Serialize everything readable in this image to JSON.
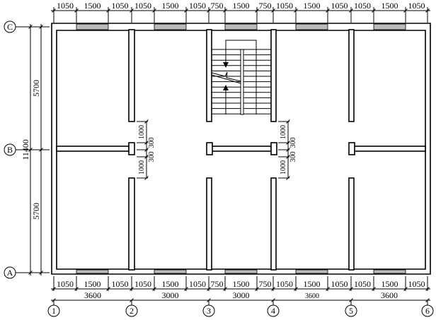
{
  "plan": {
    "top_dims": [
      "1050",
      "1500",
      "1050",
      "1050",
      "1500",
      "1050",
      "750",
      "1500",
      "750",
      "1050",
      "1500",
      "1050",
      "1050",
      "1500",
      "1050"
    ],
    "bottom_dims": [
      "1050",
      "1500",
      "1050",
      "1050",
      "1500",
      "1050",
      "750",
      "1500",
      "750",
      "1050",
      "1500",
      "1050",
      "1050",
      "1500",
      "1050"
    ],
    "bottom_totals": [
      "3600",
      "3000",
      "3000",
      "3600",
      "3600"
    ],
    "column_axes": [
      "1",
      "2",
      "3",
      "4",
      "5",
      "6"
    ],
    "row_axes": [
      "C",
      "B",
      "A"
    ],
    "left_dims": {
      "total": "11400",
      "upper": "5700",
      "lower": "5700"
    },
    "corridor_dims_left": {
      "a": "1000",
      "b": "300",
      "c": "300",
      "d": "1000"
    },
    "corridor_dims_right": {
      "a": "1000",
      "b": "300",
      "c": "300",
      "d": "1000"
    }
  }
}
